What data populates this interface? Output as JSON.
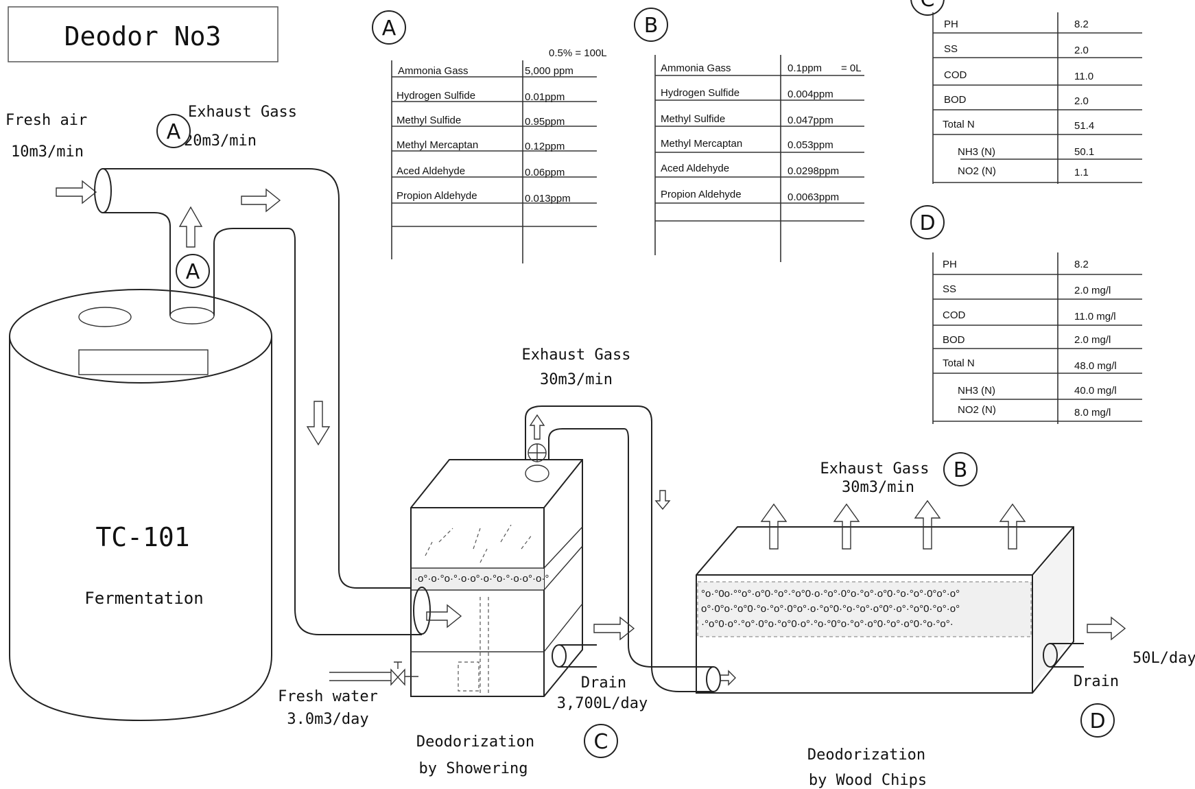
{
  "title": "Deodor No3",
  "tank": {
    "id": "TC-101",
    "label": "Fermentation"
  },
  "fresh_air": {
    "label": "Fresh air",
    "flow": "10m3/min"
  },
  "exhaust_a": {
    "label": "Exhaust Gass",
    "flow": "20m3/min"
  },
  "exhaust_mid": {
    "label": "Exhaust Gass",
    "flow": "30m3/min"
  },
  "exhaust_b": {
    "label": "Exhaust Gass",
    "flow": "30m3/min"
  },
  "fresh_water": {
    "label": "Fresh water",
    "flow": "3.0m3/day"
  },
  "drain_c": {
    "label": "Drain",
    "flow": "3,700L/day"
  },
  "drain_d": {
    "label": "Drain",
    "flow": "50L/day"
  },
  "shower": {
    "line1": "Deodorization",
    "line2": "by Showering"
  },
  "woodchips": {
    "line1": "Deodorization",
    "line2": "by Wood Chips"
  },
  "markers": {
    "a": "A",
    "b": "B",
    "c": "C",
    "d": "D"
  },
  "table_a": {
    "header": "A",
    "note": "0.5% = 100L",
    "rows": [
      {
        "name": "Ammonia Gass",
        "value": "5,000 ppm"
      },
      {
        "name": "Hydrogen Sulfide",
        "value": "0.01ppm"
      },
      {
        "name": "Methyl Sulfide",
        "value": "0.95ppm"
      },
      {
        "name": "Methyl Mercaptan",
        "value": "0.12ppm"
      },
      {
        "name": "Aced Aldehyde",
        "value": "0.06ppm"
      },
      {
        "name": "Propion Aldehyde",
        "value": "0.013ppm"
      }
    ]
  },
  "table_b": {
    "header": "B",
    "rows": [
      {
        "name": "Ammonia Gass",
        "value": "0.1ppm",
        "extra": "= 0L"
      },
      {
        "name": "Hydrogen Sulfide",
        "value": "0.004ppm"
      },
      {
        "name": "Methyl Sulfide",
        "value": "0.047ppm"
      },
      {
        "name": "Methyl Mercaptan",
        "value": "0.053ppm"
      },
      {
        "name": "Aced Aldehyde",
        "value": "0.0298ppm"
      },
      {
        "name": "Propion Aldehyde",
        "value": "0.0063ppm"
      }
    ]
  },
  "table_c": {
    "header": "C",
    "rows": [
      {
        "name": "PH",
        "value": "8.2"
      },
      {
        "name": "SS",
        "value": "2.0"
      },
      {
        "name": "COD",
        "value": "11.0"
      },
      {
        "name": "BOD",
        "value": "2.0"
      },
      {
        "name": "Total N",
        "value": "51.4"
      },
      {
        "name": "NH3 (N)",
        "value": "50.1"
      },
      {
        "name": "NO2 (N)",
        "value": "1.1"
      }
    ]
  },
  "table_d": {
    "header": "D",
    "rows": [
      {
        "name": "PH",
        "value": "8.2"
      },
      {
        "name": "SS",
        "value": "2.0 mg/l"
      },
      {
        "name": "COD",
        "value": "11.0 mg/l"
      },
      {
        "name": "BOD",
        "value": "2.0 mg/l"
      },
      {
        "name": "Total N",
        "value": "48.0 mg/l"
      },
      {
        "name": "NH3 (N)",
        "value": "40.0 mg/l"
      },
      {
        "name": "NO2 (N)",
        "value": "8.0 mg/l"
      }
    ]
  }
}
